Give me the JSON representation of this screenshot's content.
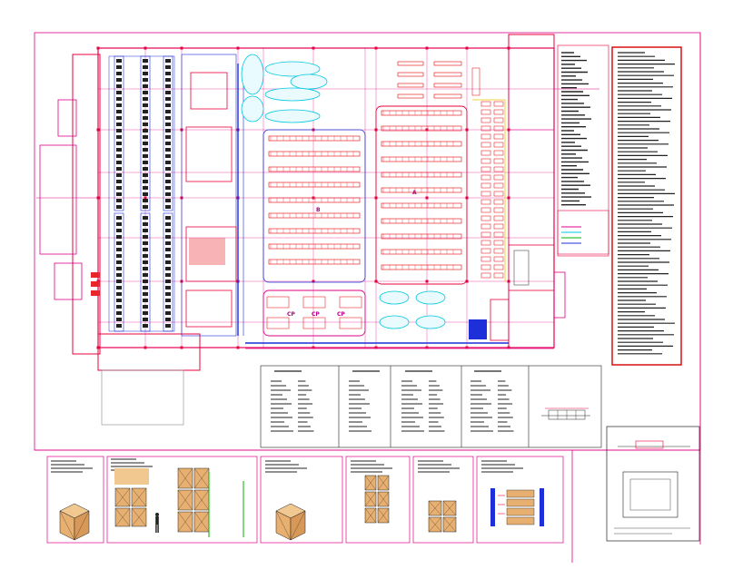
{
  "drawing": {
    "zone_labels": [
      "A",
      "B",
      "CP",
      "CP",
      "CP"
    ],
    "colors": {
      "frame": "#e0008a",
      "wall": "#e8003c",
      "rack_blue": "#1c2fd8",
      "rack_red": "#e8262c",
      "cyan": "#00c6e0",
      "green": "#00b000",
      "yellow": "#e8c800",
      "dark": "#222222",
      "legend_box": "#d40000"
    },
    "icons": [
      "forklift-icon",
      "person-icon",
      "pallet-rack-icon",
      "box-3d-icon"
    ]
  }
}
